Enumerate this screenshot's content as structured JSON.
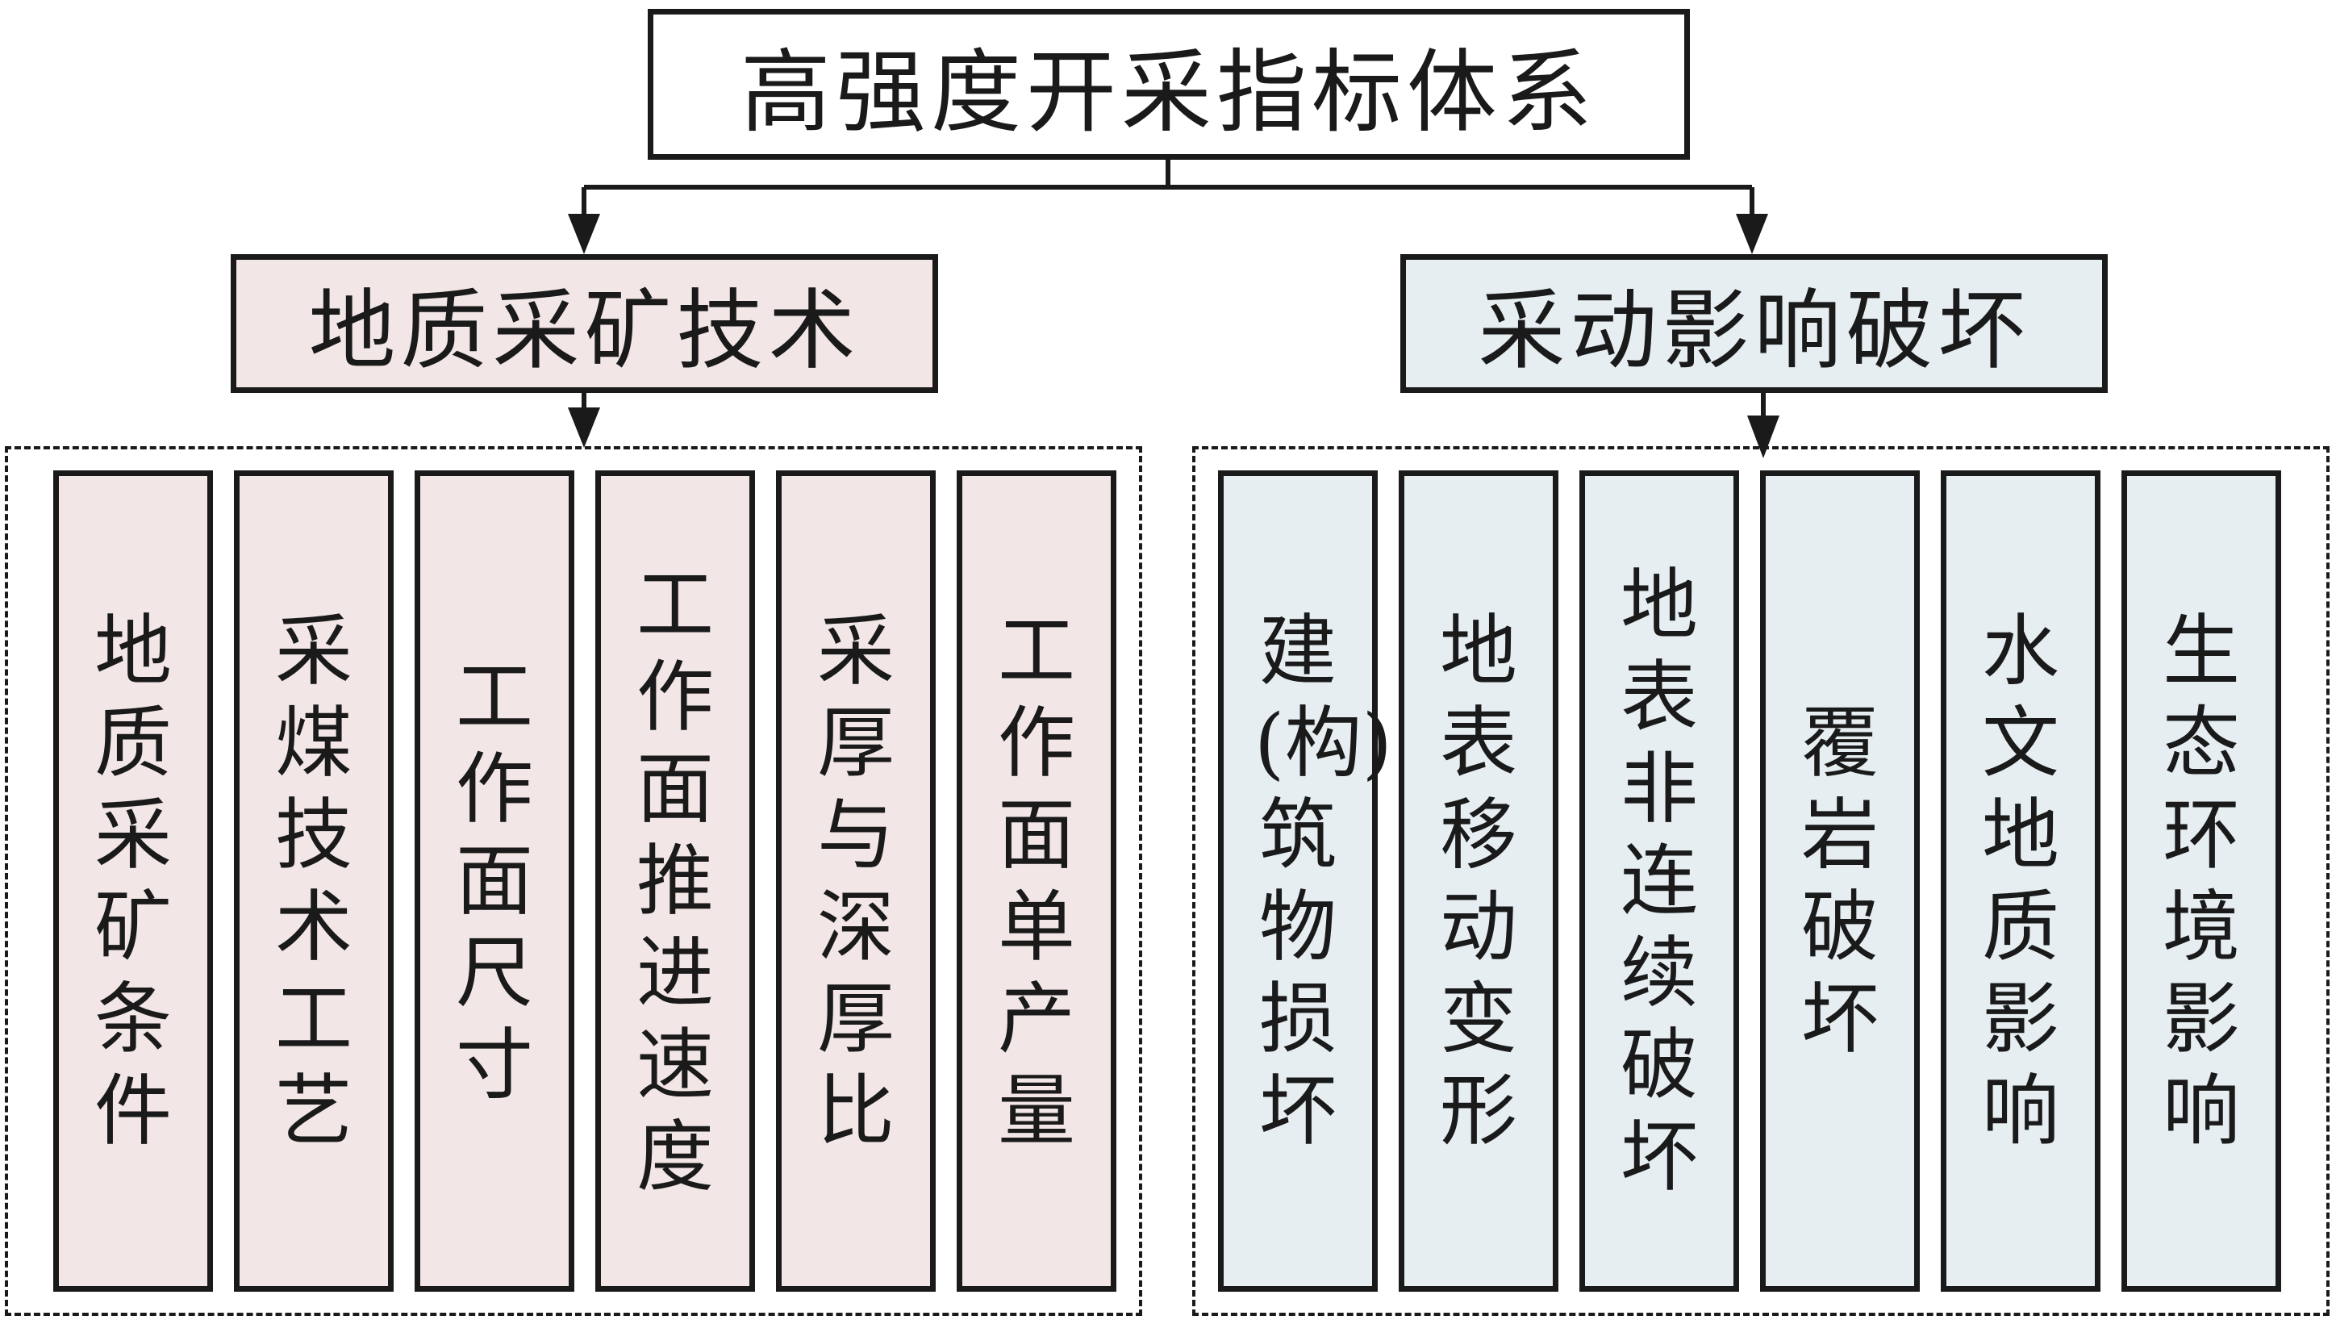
{
  "diagram": {
    "root": {
      "label": "高强度开采指标体系"
    },
    "categories": [
      {
        "label": "地质采矿技术",
        "fill": "#f2e6e6",
        "children": [
          "地质采矿条件",
          "采煤技术工艺",
          "工作面尺寸",
          "工作面推进速度",
          "采厚与深厚比",
          "工作面单产量"
        ]
      },
      {
        "label": "采动影响破坏",
        "fill": "#e6eef2",
        "children": [
          "建(构)筑物损坏",
          "地表移动变形",
          "地表非连续破坏",
          "覆岩破坏",
          "水文地质影响",
          "生态环境影响"
        ]
      }
    ],
    "colors": {
      "line": "#1a1a1a",
      "left_fill": "#f2e6e6",
      "right_fill": "#e6eef2"
    }
  }
}
